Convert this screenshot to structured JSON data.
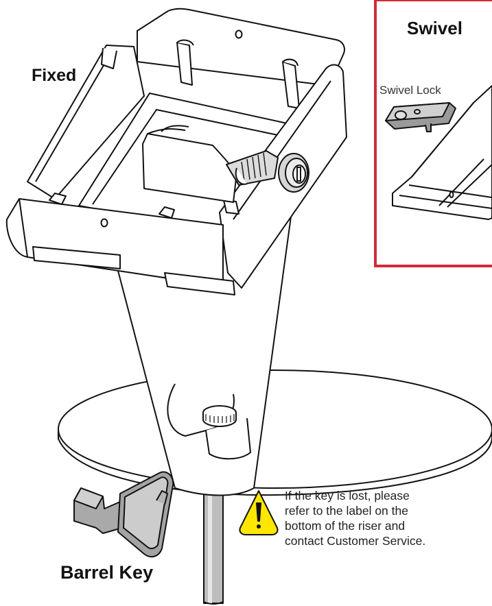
{
  "labels": {
    "fixed": "Fixed",
    "swivel": "Swivel",
    "swivel_lock": "Swivel Lock",
    "barrel_key": "Barrel Key"
  },
  "warning": {
    "lines": [
      "If the key is lost, please",
      "refer to the label on the",
      "bottom of the riser and",
      "contact Customer Service."
    ]
  },
  "colors": {
    "highlight_border": "#d12b36",
    "warning_fill": "#ffe600",
    "line": "#111111",
    "metal": "#bfbfbf"
  },
  "icons": {
    "warning": "warning-triangle-icon"
  }
}
